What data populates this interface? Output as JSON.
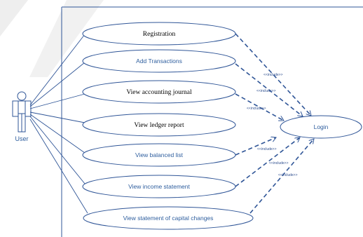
{
  "actor": {
    "label": "User"
  },
  "use_cases": [
    {
      "id": "registration",
      "label": "Registration",
      "style": "serif-black"
    },
    {
      "id": "add-transactions",
      "label": "Add Transactions",
      "style": "sans-blue"
    },
    {
      "id": "view-accounting-journal",
      "label": "View accounting journal",
      "style": "serif-black"
    },
    {
      "id": "view-ledger-report",
      "label": "View ledger report",
      "style": "serif-black"
    },
    {
      "id": "view-balanced-list",
      "label": "View balanced list",
      "style": "sans-blue"
    },
    {
      "id": "view-income-statement",
      "label": "View income statement",
      "style": "sans-blue"
    },
    {
      "id": "view-statement-of-capital-changes",
      "label": "View statement of capital changes",
      "style": "sans-blue"
    }
  ],
  "login": {
    "label": "Login"
  },
  "include_label": "<<include>>",
  "colors": {
    "line": "#2f5597",
    "ellipse_fill": "#ffffff",
    "ellipse_stroke": "#2f5597",
    "boundary": "#2f5597",
    "watermark": "#e6e6e6"
  }
}
